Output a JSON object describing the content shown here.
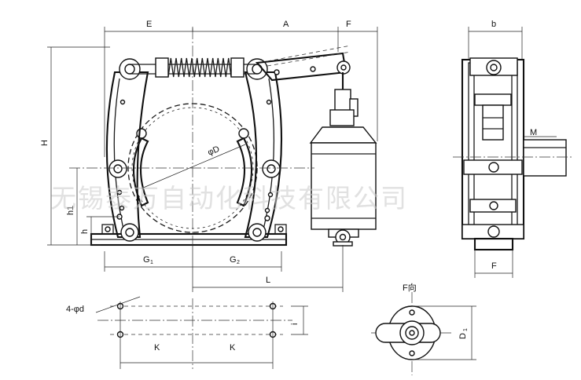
{
  "labels": {
    "E": "E",
    "A": "A",
    "F_top": "F",
    "b": "b",
    "H": "H",
    "h1": "h1",
    "h": "h",
    "phiD": "φD",
    "G1_main": "G",
    "G1_sub": "1",
    "G2_main": "G",
    "G2_sub": "2",
    "L": "L",
    "M": "M",
    "F_side": "F",
    "holes": "4-φd",
    "i": "i",
    "K_left": "K",
    "K_right": "K",
    "F_view": "F向",
    "D1_main": "D",
    "D1_sub": "1"
  },
  "watermark": "无锡泰万自动化科技有限公司"
}
